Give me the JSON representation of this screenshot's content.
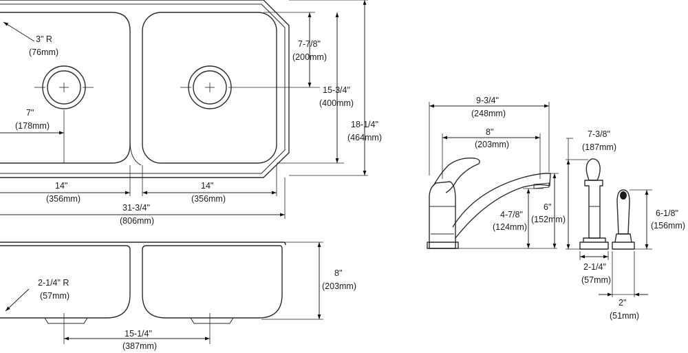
{
  "labels": {
    "corner_radius": "3\" R",
    "corner_radius_mm": "(76mm)",
    "drain_offset": "7\"",
    "drain_offset_mm": "(178mm)",
    "left_bowl_width": "14\"",
    "left_bowl_width_mm": "(356mm)",
    "right_bowl_width": "14\"",
    "right_bowl_width_mm": "(356mm)",
    "overall_width": "31-3/4\"",
    "overall_width_mm": "(806mm)",
    "drain_from_back": "7-7/8\"",
    "drain_from_back_mm": "(200mm)",
    "bowl_length": "15-3/4\"",
    "bowl_length_mm": "(400mm)",
    "overall_length": "18-1/4\"",
    "overall_length_mm": "(464mm)",
    "bottom_radius": "2-1/4\" R",
    "bottom_radius_mm": "(57mm)",
    "bowl_depth": "8\"",
    "bowl_depth_mm": "(203mm)",
    "drain_spacing": "15-1/4\"",
    "drain_spacing_mm": "(387mm)",
    "faucet_overall": "9-3/4\"",
    "faucet_overall_mm": "(248mm)",
    "spout_reach": "8\"",
    "spout_reach_mm": "(203mm)",
    "spout_clearance": "4-7/8\"",
    "spout_clearance_mm": "(124mm)",
    "spout_height": "6\"",
    "spout_height_mm": "(152mm)",
    "faucet_height": "7-3/8\"",
    "faucet_height_mm": "(187mm)",
    "faucet_base": "2-1/4\"",
    "faucet_base_mm": "(57mm)",
    "spray_height": "6-1/8\"",
    "spray_height_mm": "(156mm)",
    "spray_base": "2\"",
    "spray_base_mm": "(51mm)"
  }
}
